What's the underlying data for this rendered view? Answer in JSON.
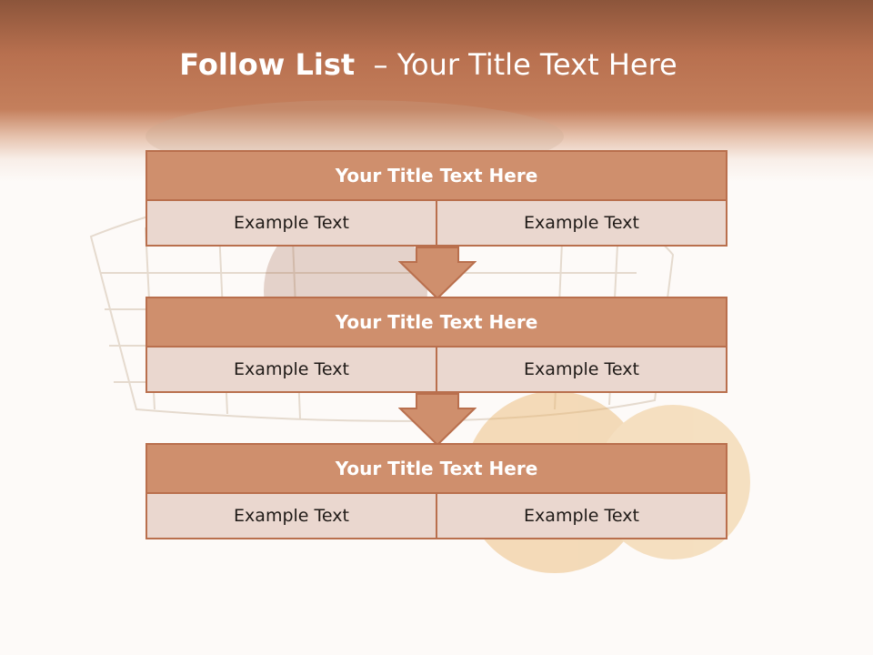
{
  "slide": {
    "title_bold": "Follow List",
    "title_rest": "  – Your Title Text Here"
  },
  "blocks": [
    {
      "title": "Your Title Text Here",
      "cells": [
        "Example Text",
        "Example Text"
      ]
    },
    {
      "title": "Your Title Text Here",
      "cells": [
        "Example Text",
        "Example Text"
      ]
    },
    {
      "title": "Your Title Text Here",
      "cells": [
        "Example Text",
        "Example Text"
      ]
    }
  ],
  "colors": {
    "header": "#c47f5c",
    "block_title": "#cf8f6d",
    "block_cell": "#ead7cf",
    "border": "#b96f4d"
  },
  "icons": [
    "down-arrow-icon",
    "down-arrow-icon"
  ]
}
